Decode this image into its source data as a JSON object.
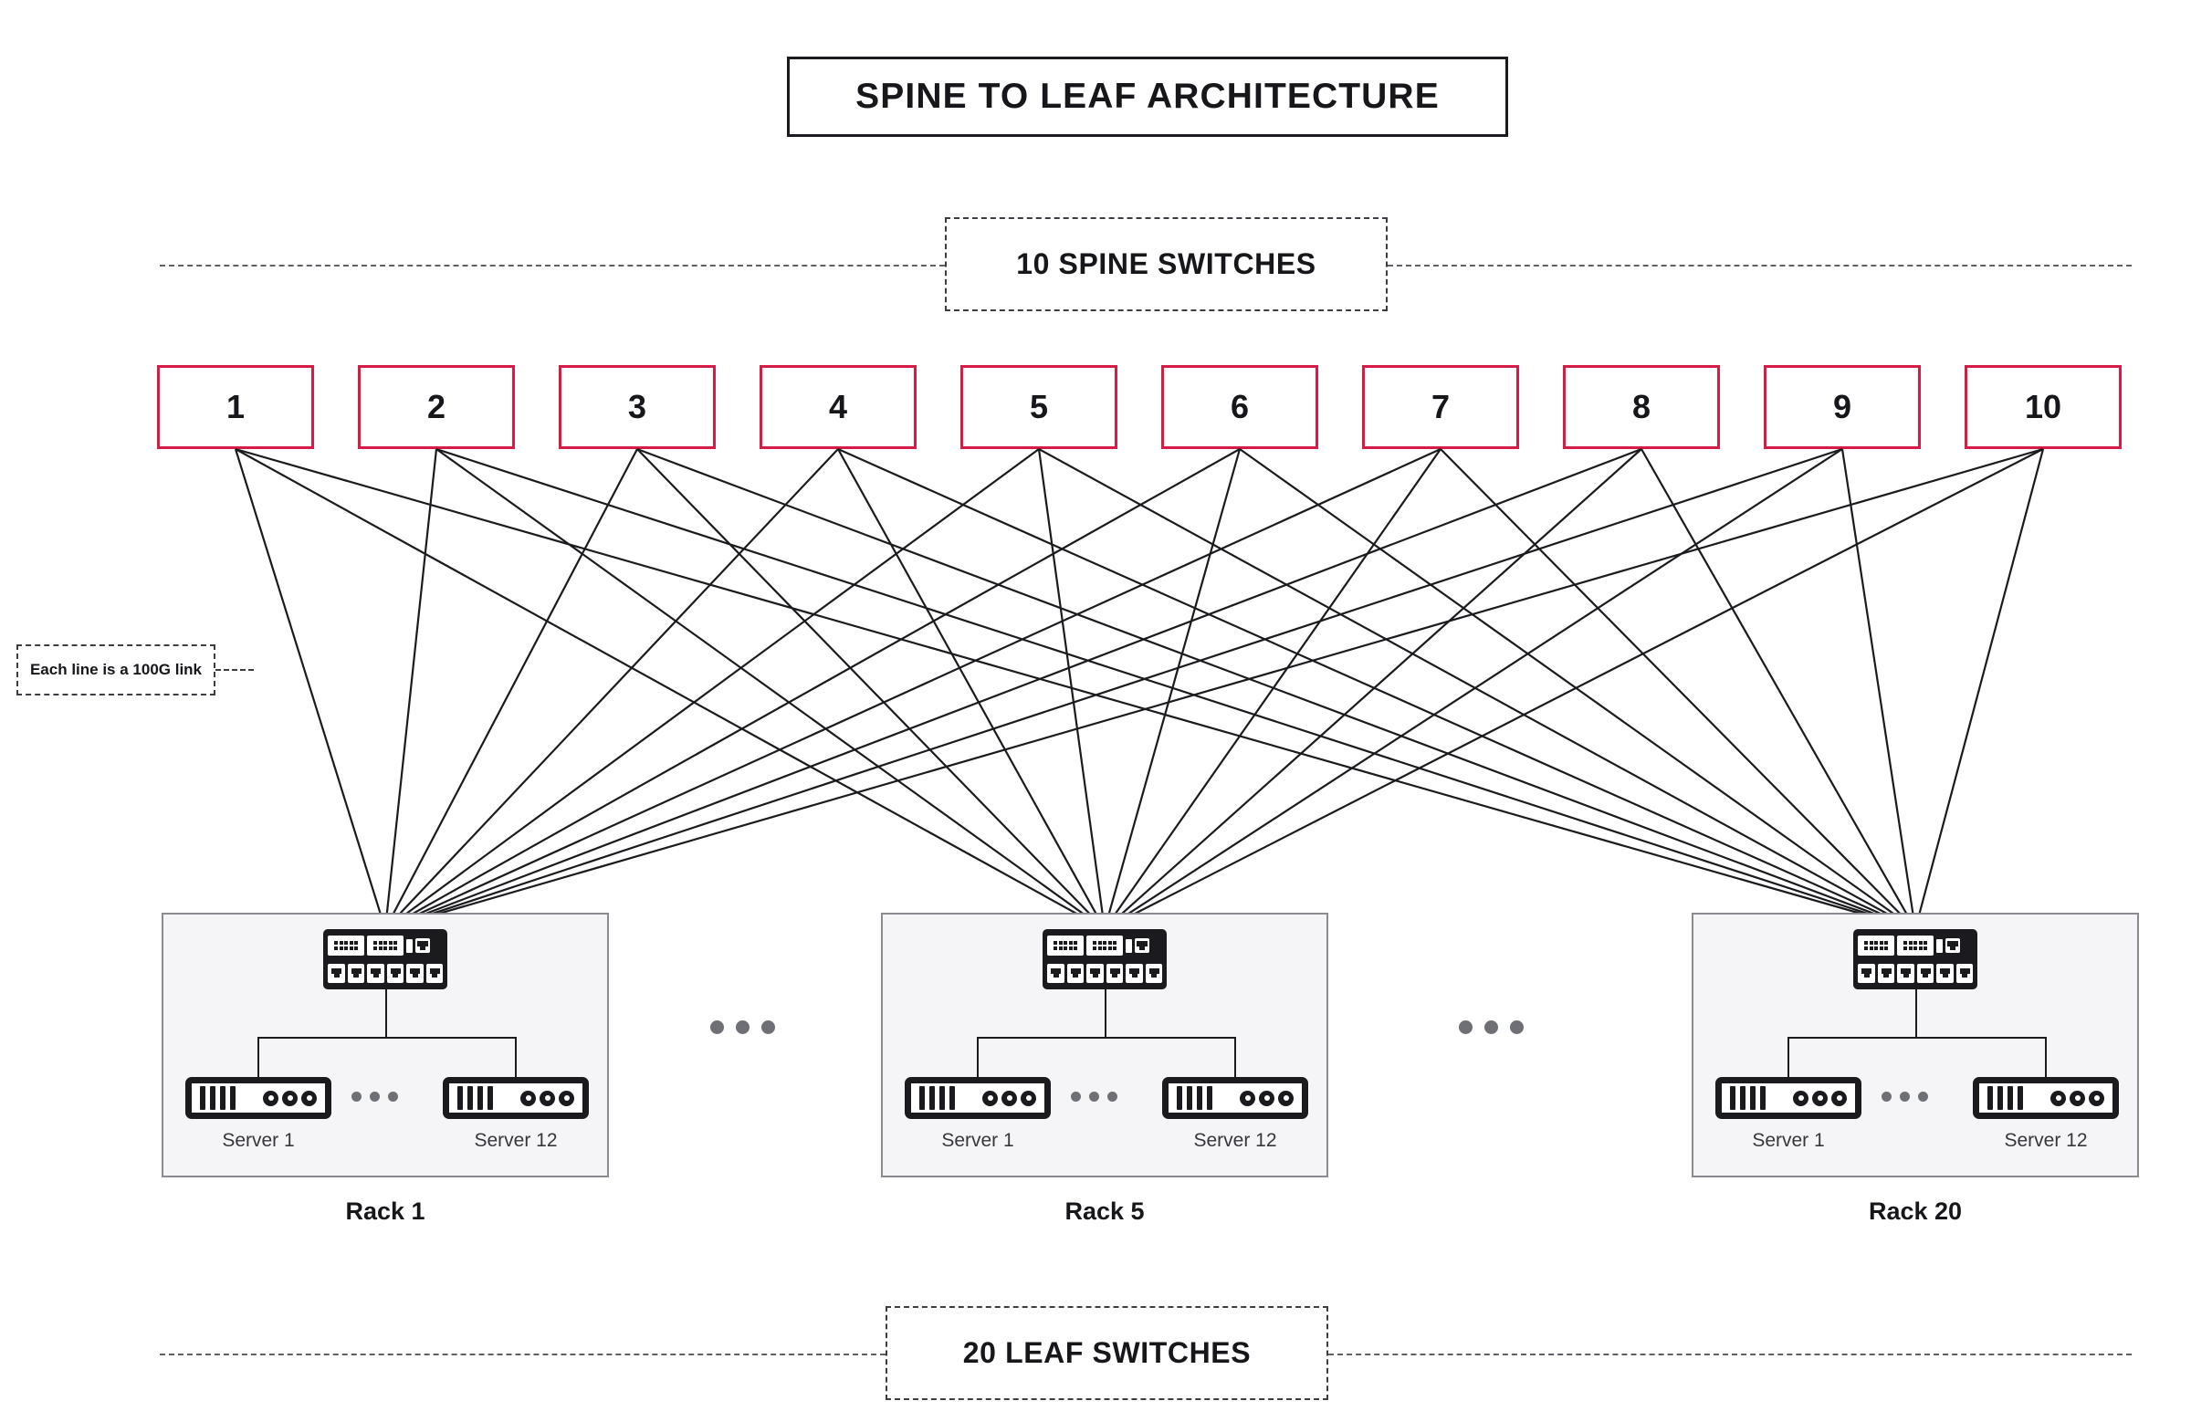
{
  "title": "SPINE TO LEAF ARCHITECTURE",
  "bands": {
    "top": {
      "label": "10 SPINE SWITCHES"
    },
    "bottom": {
      "label": "20 LEAF SWITCHES"
    }
  },
  "note": {
    "label": "Each line is a 100G link"
  },
  "spine_switches": [
    {
      "label": "1"
    },
    {
      "label": "2"
    },
    {
      "label": "3"
    },
    {
      "label": "4"
    },
    {
      "label": "5"
    },
    {
      "label": "6"
    },
    {
      "label": "7"
    },
    {
      "label": "8"
    },
    {
      "label": "9"
    },
    {
      "label": "10"
    }
  ],
  "racks": [
    {
      "label": "Rack 1",
      "servers": [
        {
          "label": "Server 1"
        },
        {
          "label": "Server 12"
        }
      ]
    },
    {
      "label": "Rack 5",
      "servers": [
        {
          "label": "Server 1"
        },
        {
          "label": "Server 12"
        }
      ]
    },
    {
      "label": "Rack 20",
      "servers": [
        {
          "label": "Server 1"
        },
        {
          "label": "Server 12"
        }
      ]
    }
  ],
  "colors": {
    "spine_border": "#d41c47",
    "ink": "#17171b",
    "rack_fill": "#f5f5f7",
    "rack_border": "#8a8b90",
    "dot": "#6e7075",
    "link": "#1b1b1f"
  },
  "icons": {
    "leaf_switch": "network-switch-icon",
    "server": "server-icon",
    "ellipsis": "ellipsis-icon"
  }
}
